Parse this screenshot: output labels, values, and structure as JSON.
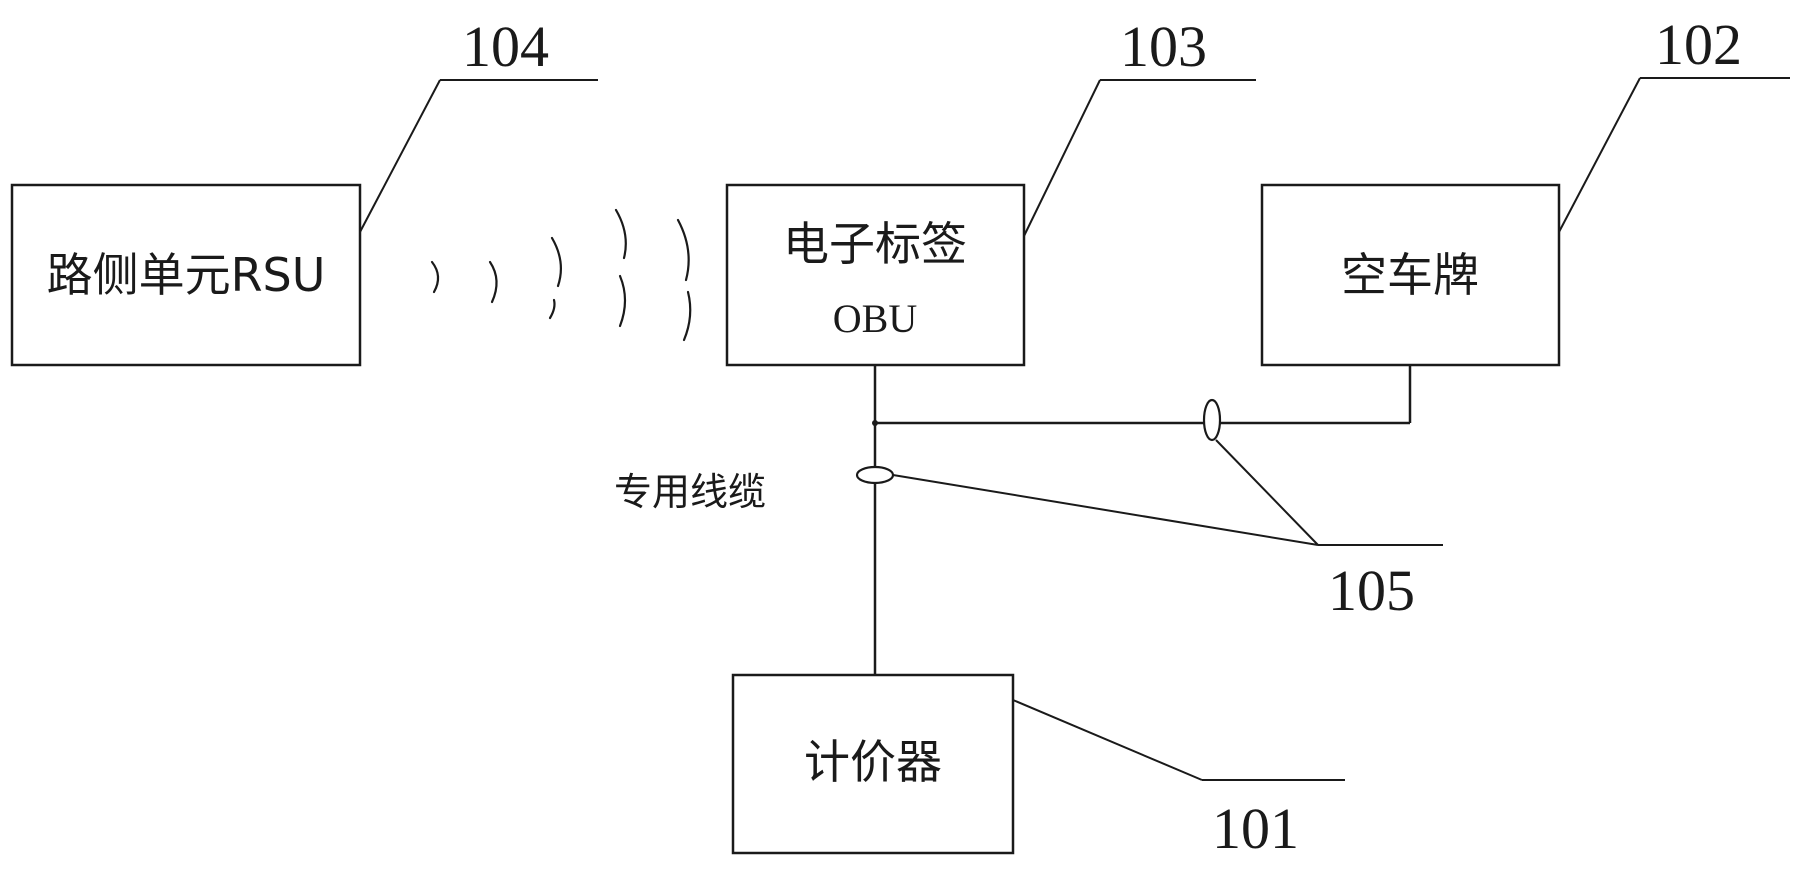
{
  "blocks": {
    "rsu": {
      "label": "路侧单元RSU",
      "ref": "104"
    },
    "obu": {
      "label_line1": "电子标签",
      "label_line2": "OBU",
      "ref": "103"
    },
    "sign": {
      "label": "空车牌",
      "ref": "102"
    },
    "meter": {
      "label": "计价器",
      "ref": "101"
    }
  },
  "cable": {
    "label": "专用线缆",
    "ref": "105"
  }
}
